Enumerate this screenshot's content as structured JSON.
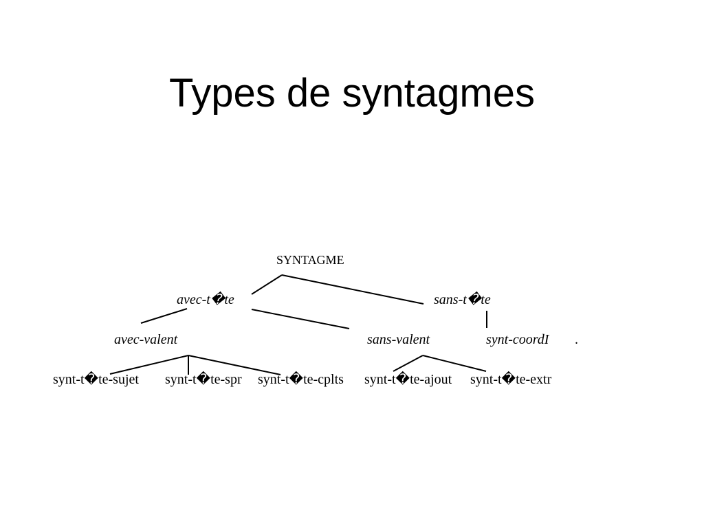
{
  "slide": {
    "title": "Types de syntagmes"
  },
  "tree": {
    "root": "SYNTAGME",
    "level1": {
      "left": "avec-t�te",
      "right": "sans-t�te"
    },
    "level2": {
      "avec_valent": "avec-valent",
      "sans_valent": "sans-valent",
      "synt_coord": "synt-coordI",
      "trailing_dot": "."
    },
    "level3": {
      "sujet": "synt-t�te-sujet",
      "spr": "synt-t�te-spr",
      "cplts": "synt-t�te-cplts",
      "ajout": "synt-t�te-ajout",
      "extr": "synt-t�te-extr"
    }
  }
}
